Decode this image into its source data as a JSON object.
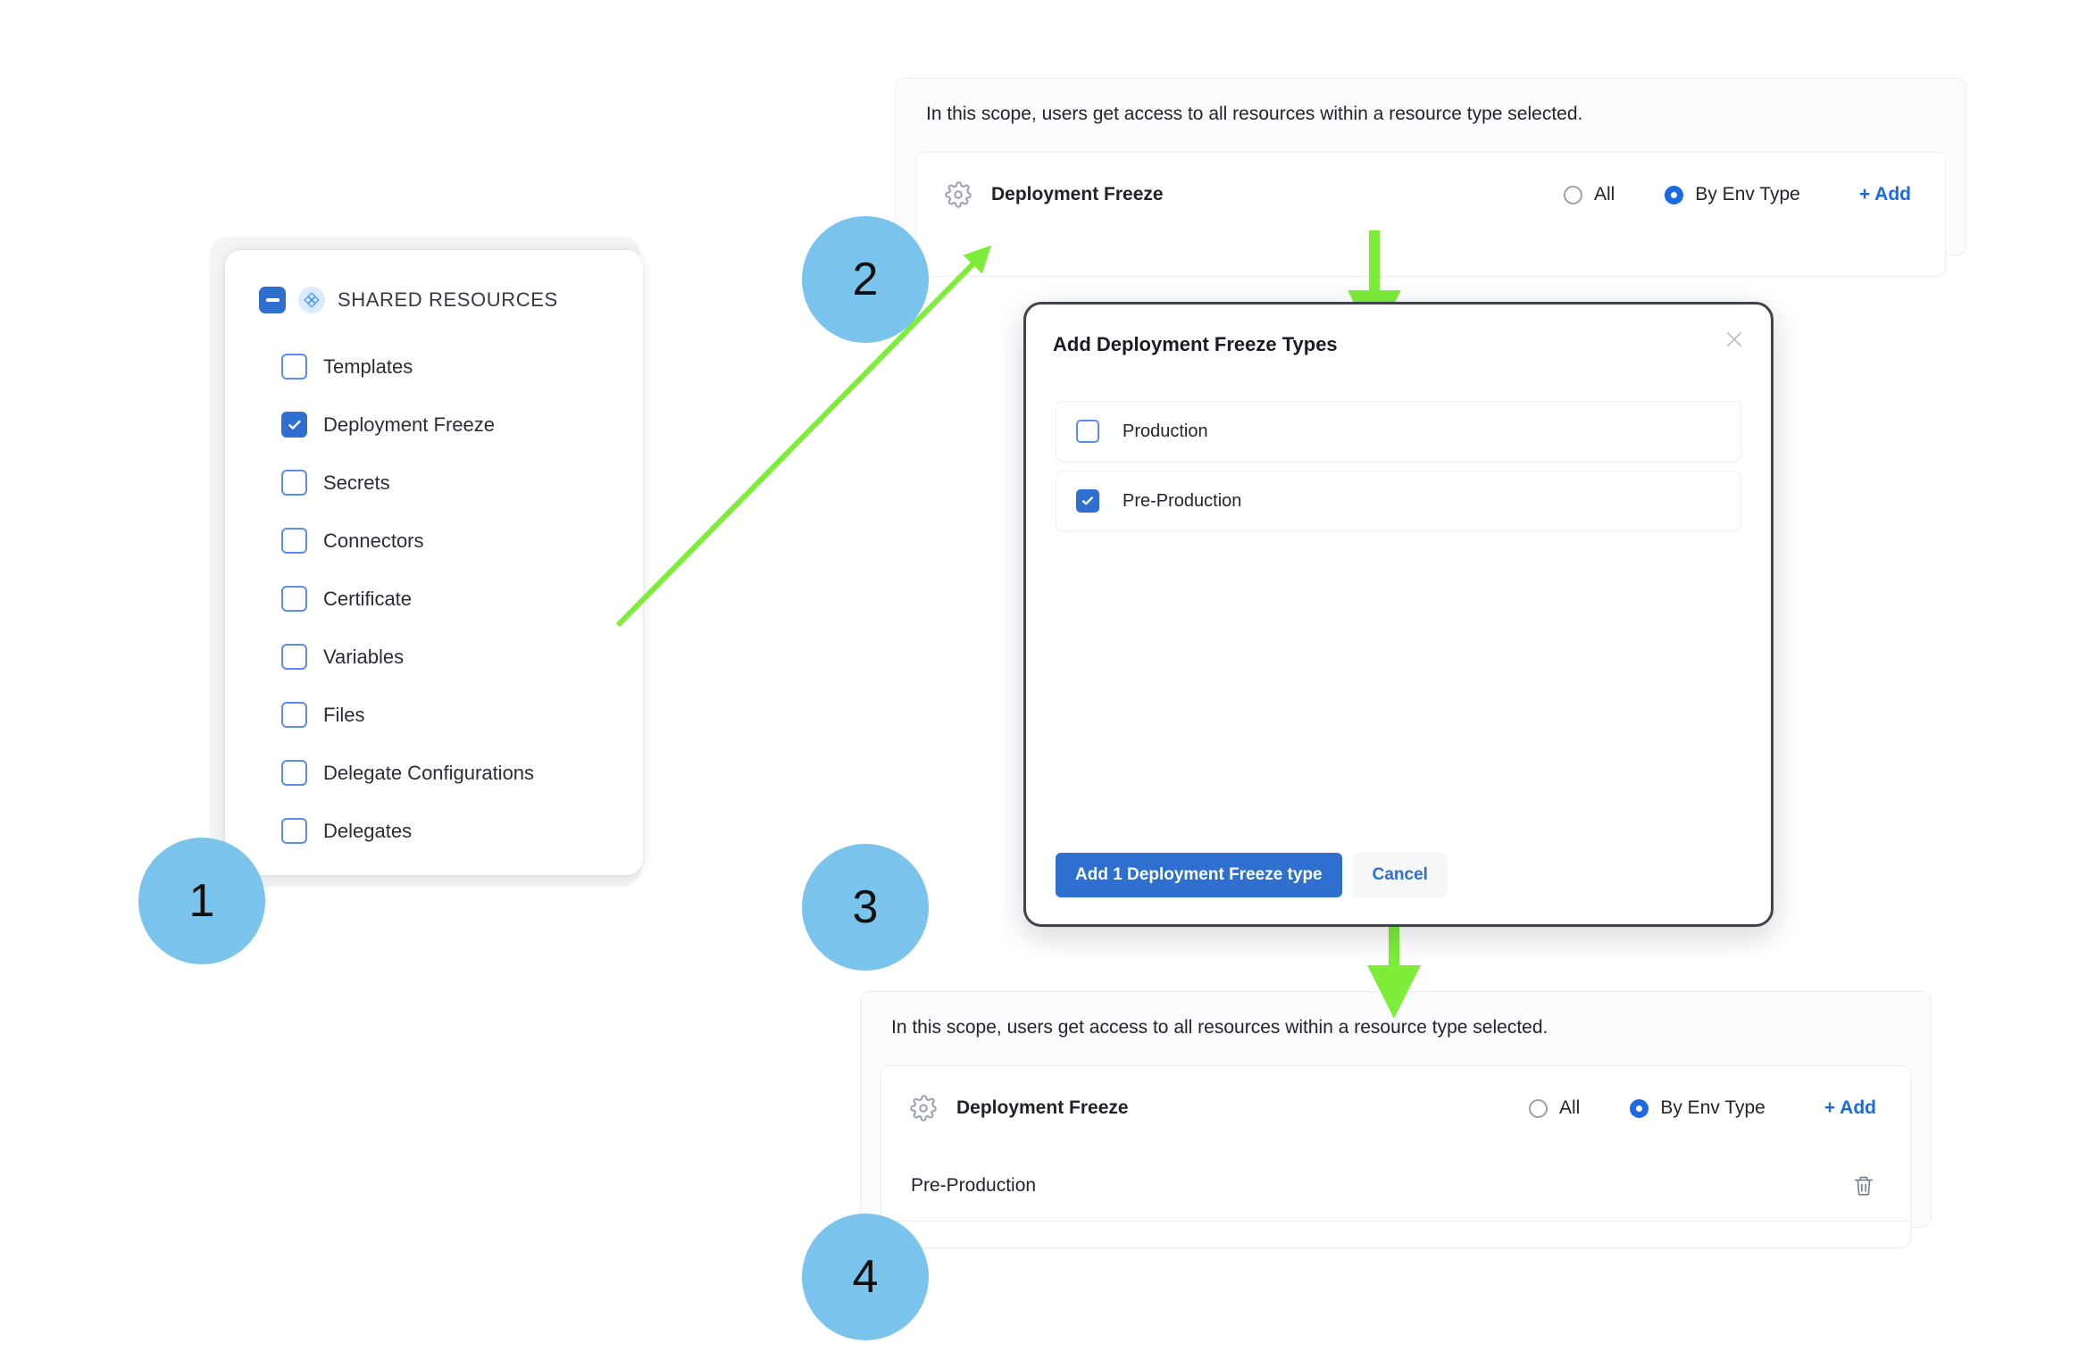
{
  "colors": {
    "badge_blue": "#79c3ec",
    "arrow_green": "#7ded3a",
    "accent_blue": "#2f6fd0",
    "link_blue": "#1b6ae0",
    "checkbox_border": "#5b8def",
    "modal_border": "#3f434d"
  },
  "steps": [
    {
      "number": "1"
    },
    {
      "number": "2"
    },
    {
      "number": "3"
    },
    {
      "number": "4"
    }
  ],
  "sidebar": {
    "header": {
      "title": "SHARED RESOURCES",
      "toggle_icon": "minus-icon",
      "group_icon": "diamond-grid-icon"
    },
    "items": [
      {
        "label": "Templates",
        "checked": false
      },
      {
        "label": "Deployment Freeze",
        "checked": true
      },
      {
        "label": "Secrets",
        "checked": false
      },
      {
        "label": "Connectors",
        "checked": false
      },
      {
        "label": "Certificate",
        "checked": false
      },
      {
        "label": "Variables",
        "checked": false
      },
      {
        "label": "Files",
        "checked": false
      },
      {
        "label": "Delegate Configurations",
        "checked": false
      },
      {
        "label": "Delegates",
        "checked": false
      }
    ]
  },
  "scope_panel_top": {
    "note": "In this scope, users get access to all resources within a resource type selected.",
    "resource_type": {
      "icon": "gear-icon",
      "name": "Deployment Freeze",
      "options": [
        {
          "label": "All",
          "selected": false
        },
        {
          "label": "By Env Type",
          "selected": true
        }
      ],
      "add_label": "+ Add"
    },
    "selected_items": []
  },
  "scope_panel_bottom": {
    "note": "In this scope, users get access to all resources within a resource type selected.",
    "resource_type": {
      "icon": "gear-icon",
      "name": "Deployment Freeze",
      "options": [
        {
          "label": "All",
          "selected": false
        },
        {
          "label": "By Env Type",
          "selected": true
        }
      ],
      "add_label": "+ Add"
    },
    "selected_items": [
      {
        "label": "Pre-Production",
        "delete_icon": "trash-icon"
      }
    ]
  },
  "modal": {
    "title": "Add Deployment Freeze Types",
    "close_icon": "close-icon",
    "options": [
      {
        "label": "Production",
        "checked": false
      },
      {
        "label": "Pre-Production",
        "checked": true
      }
    ],
    "primary_button": "Add 1 Deployment Freeze type",
    "secondary_button": "Cancel"
  }
}
